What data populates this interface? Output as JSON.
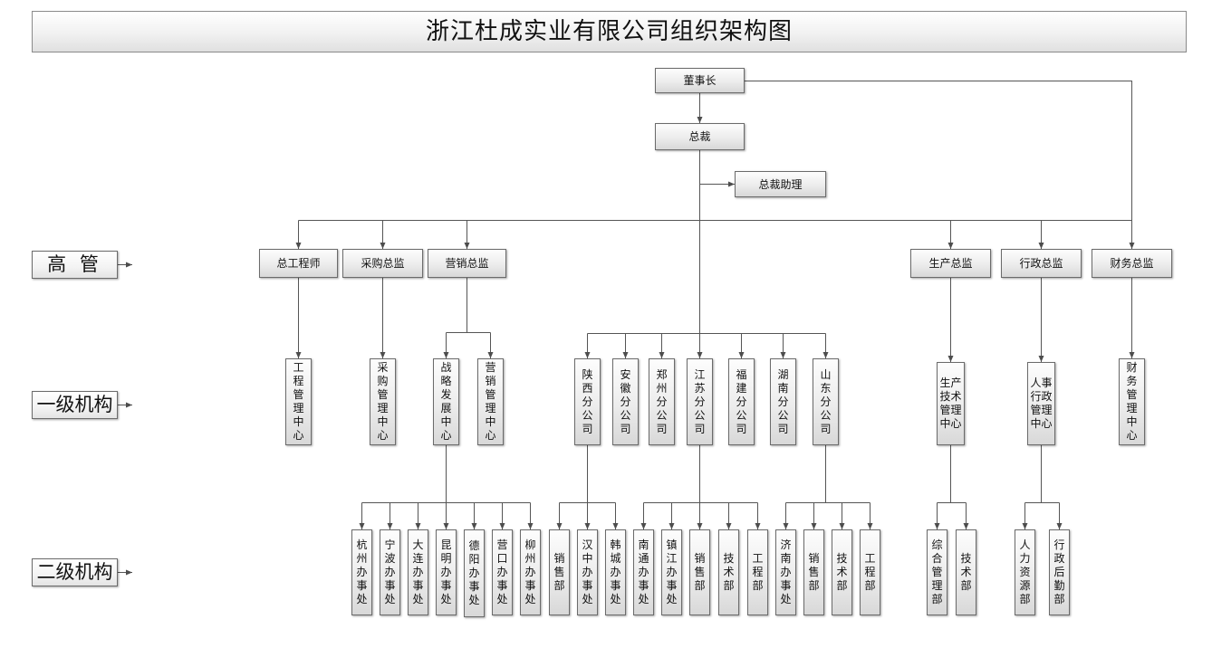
{
  "title": "浙江杜成实业有限公司组织架构图",
  "row_labels": {
    "senior": "高 管",
    "level1": "一级机构",
    "level2": "二级机构"
  },
  "top": {
    "chairman": "董事长",
    "president": "总裁",
    "president_assistant": "总裁助理"
  },
  "executives": {
    "chief_engineer": "总工程师",
    "procurement_director": "采购总监",
    "marketing_director": "营销总监",
    "production_director": "生产总监",
    "admin_director": "行政总监",
    "finance_director": "财务总监"
  },
  "level1": {
    "engineering_center": "工程管理中心",
    "procurement_center": "采购管理中心",
    "strategy_center": "战略发展中心",
    "marketing_center": "营销管理中心",
    "branches": [
      "陕西分公司",
      "安徽分公司",
      "郑州分公司",
      "江苏分公司",
      "福建分公司",
      "湖南分公司",
      "山东分公司"
    ],
    "production_tech_center": "生产技术管理中心",
    "hr_admin_center": "人事行政管理中心",
    "finance_center": "财务管理中心"
  },
  "level2": {
    "strategy_offices": [
      "杭州办事处",
      "宁波办事处",
      "大连办事处",
      "昆明办事处",
      "德阳办事处",
      "营口办事处",
      "柳州办事处"
    ],
    "shaanxi": [
      "销售部",
      "汉中办事处",
      "韩城办事处"
    ],
    "jiangsu": [
      "南通办事处",
      "镇江办事处",
      "销售部",
      "技术部",
      "工程部"
    ],
    "shandong": [
      "济南办事处",
      "销售部",
      "技术部",
      "工程部"
    ],
    "production": [
      "综合管理部",
      "技术部"
    ],
    "hr_admin": [
      "人力资源部",
      "行政后勤部"
    ]
  }
}
